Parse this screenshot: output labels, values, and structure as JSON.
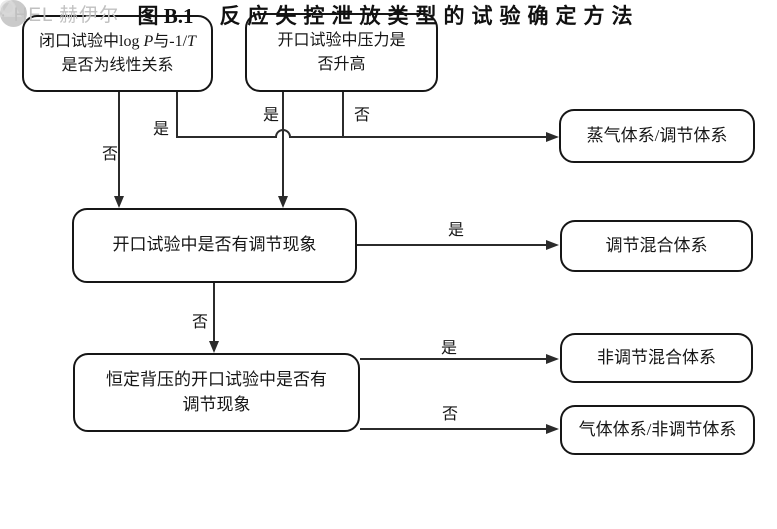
{
  "figure": {
    "caption_prefix": "图 B.1",
    "caption_title": "反应失控泄放类型的试验确定方法"
  },
  "watermark": {
    "text": "· HEL 赫伊尔"
  },
  "nodes": {
    "closed_test": {
      "line1_pre": "闭口试验中log ",
      "line1_var1": "P",
      "line1_mid": "与-1/",
      "line1_var2": "T",
      "line2": "是否为线性关系"
    },
    "open_pressure": {
      "line1": "开口试验中压力是",
      "line2": "否升高"
    },
    "open_tempering": {
      "label": "开口试验中是否有调节现象"
    },
    "backpressure_test": {
      "line1": "恒定背压的开口试验中是否有",
      "line2": "调节现象"
    },
    "vapor_system": {
      "label": "蒸气体系/调节体系"
    },
    "tempered_hybrid": {
      "label": "调节混合体系"
    },
    "untempered_hybrid": {
      "label": "非调节混合体系"
    },
    "gas_system": {
      "label": "气体体系/非调节体系"
    }
  },
  "edges": {
    "closed_no": "否",
    "closed_yes": "是",
    "open_yes": "是",
    "open_no": "否",
    "tempering_yes": "是",
    "tempering_no": "否",
    "backpressure_yes": "是",
    "backpressure_no": "否"
  },
  "colors": {
    "line": "#2b2b2b",
    "border": "#161616",
    "text": "#161616",
    "watermark_text": "#c0c0c0"
  }
}
